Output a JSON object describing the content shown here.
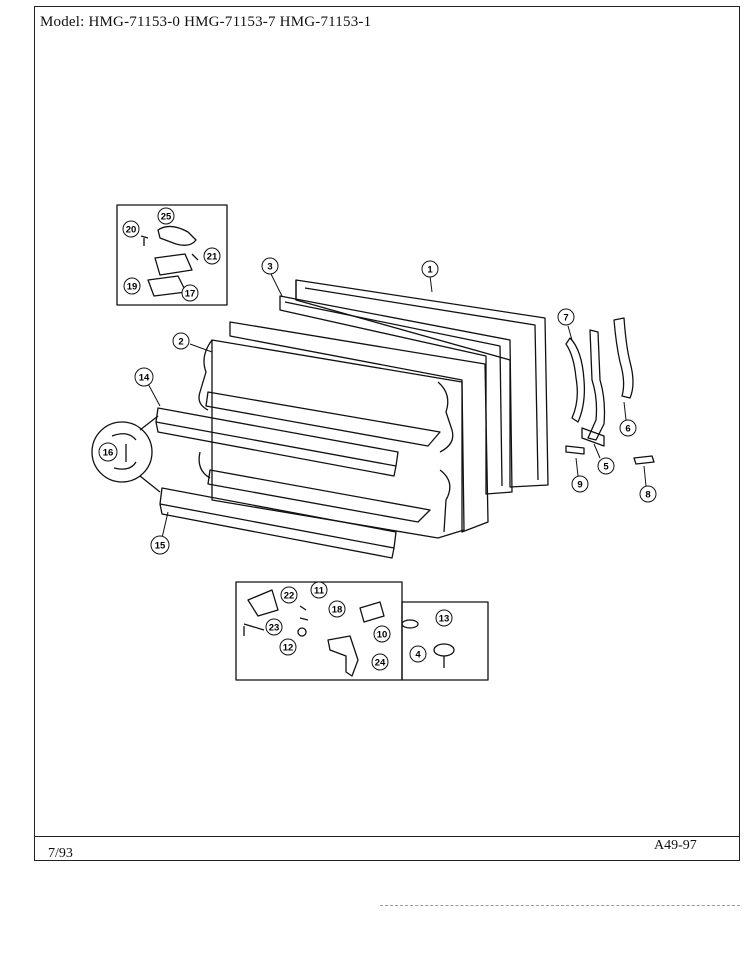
{
  "header": {
    "model_label": "Model:",
    "model_numbers": "HMG-71153-0  HMG-71153-7  HMG-71153-1"
  },
  "footer": {
    "date": "7/93",
    "code": "A49-97"
  },
  "callouts": {
    "c1": "1",
    "c2": "2",
    "c3": "3",
    "c4": "4",
    "c5": "5",
    "c6": "6",
    "c7": "7",
    "c8": "8",
    "c9": "9",
    "c10": "10",
    "c11": "11",
    "c12": "12",
    "c13": "13",
    "c14": "14",
    "c15": "15",
    "c16": "16",
    "c17": "17",
    "c18": "18",
    "c19": "19",
    "c20": "20",
    "c21": "21",
    "c22": "22",
    "c23": "23",
    "c24": "24",
    "c25": "25"
  }
}
